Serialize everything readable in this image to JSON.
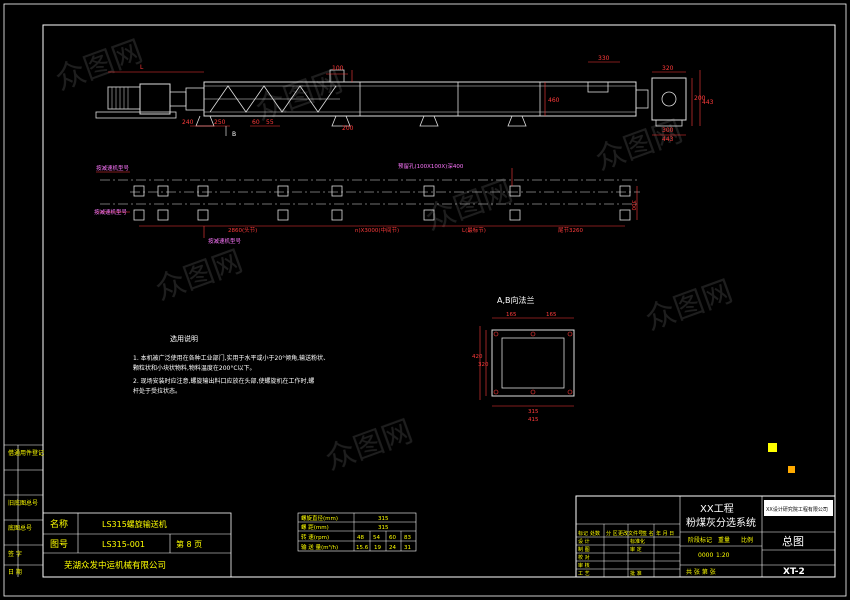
{
  "colors": {
    "background": "#000000",
    "frame": "#ffffff",
    "dimension": "#ff3b3b",
    "note": "#ffff00",
    "label": "#ff77ff",
    "body": "#dddddd",
    "motor": "#bbbbbb",
    "table_text": "#ffff00",
    "title_main": "#ffffff",
    "logo_bg": "#ffffff"
  },
  "watermark": "众图网",
  "elevation": {
    "dims": {
      "L": "L",
      "d240": "240",
      "d100": "100",
      "d330": "330",
      "d460": "460",
      "d250": "250",
      "d60": "60",
      "d55": "55",
      "d200": "200",
      "d443": "443",
      "d300": "300",
      "d200b": "200",
      "d443b": "443",
      "d320": "320"
    },
    "section_mark": "B"
  },
  "plan": {
    "top_label": "按减速机型号",
    "left_label": "按减速机型号",
    "bottom_label": "按减速机型号",
    "hole_note": "预留孔(100X100X)深400",
    "seg_head": "2860(头节)",
    "seg_mid": "n)X3000(中间节)",
    "seg_l": "L(最标节)",
    "seg_tail": "尾节3260",
    "width": "300"
  },
  "flange": {
    "title": "A,B向法兰",
    "top_dim_a": "165",
    "top_dim_b": "165",
    "bottom_dim_a": "315",
    "bottom_dim_b": "415",
    "side_dim_a": "320",
    "side_dim_b": "420"
  },
  "notes": {
    "title": "选用说明",
    "lines": [
      "1. 本机被广泛使用在各种工业部门,实用于水平或小于20°倾角,输送粉状、",
      "颗粒状和小块状物料,物料温度在200°C以下。",
      "2. 现场安装时应注意,螺旋输出料口应放在头部,使螺旋机在工作时,螺",
      "杆处于受拉状态。"
    ]
  },
  "left_stamps": [
    "借通用件登记",
    "旧底图总号",
    "底图总号",
    "签 字",
    "日 期"
  ],
  "name_block": {
    "name_label": "名称",
    "name_value": "LS315螺旋输送机",
    "drawing_label": "图号",
    "drawing_value": "LS315-001",
    "page": "第 8 页",
    "company": "芜湖众发中运机械有限公司"
  },
  "param_table": {
    "rows": [
      [
        "螺旋直径(mm)",
        "315"
      ],
      [
        "螺 距(mm)",
        "315"
      ],
      [
        "转 速(rpm)",
        "48",
        "54",
        "60",
        "83"
      ],
      [
        "输 送 量(m³/h)",
        "15.6",
        "19",
        "24",
        "31"
      ]
    ]
  },
  "title_block": {
    "project": "XX工程",
    "system": "粉煤灰分选系统",
    "logo_text": "XX设计研究院工程有限公司",
    "drawing_name": "总图",
    "drawing_no": "XT-2",
    "row_header": [
      "标记",
      "处数",
      "分 区",
      "更改文件号",
      "签 名",
      "年 月 日"
    ],
    "roles": [
      "设 计",
      "制 图",
      "校 对",
      "审 核",
      "工 艺"
    ],
    "role_names": [
      "",
      "",
      "",
      "",
      ""
    ],
    "std": "标准化",
    "approve": "审 定",
    "ratify": "批 准",
    "stage_label": "阶段标记",
    "weight_label": "重量",
    "scale_label": "比例",
    "stage_value": "0000",
    "scale_value": "1:20",
    "sheets": "共    张    第    张"
  }
}
